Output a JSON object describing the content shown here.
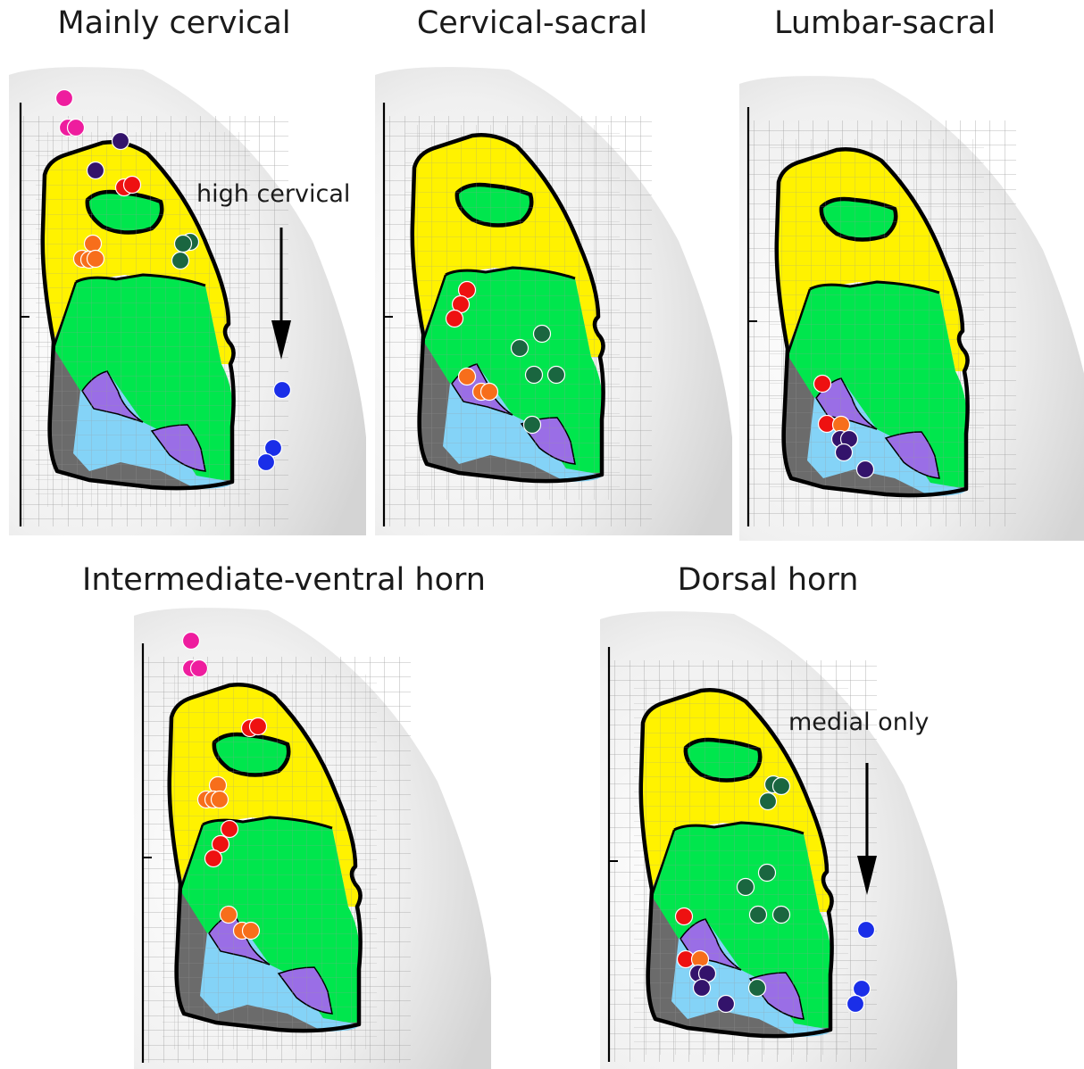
{
  "colors": {
    "yellow_region": "#fff200",
    "green_region": "#00e64d",
    "gray_region": "#6b6b6b",
    "lightblue_region": "#84d3f7",
    "purple_region": "#9a6ee6",
    "magenta_dot": "#ee1d9e",
    "navy_dot": "#33136b",
    "red_dot": "#ee1111",
    "orange_dot": "#f76e1b",
    "darkgreen_dot": "#1a6640",
    "blue_dot": "#1a2ee8"
  },
  "panels": [
    {
      "title": "Mainly cervical",
      "annotation": "high cervical",
      "dots": [
        [
          "magenta",
          72,
          110
        ],
        [
          "magenta",
          76,
          143
        ],
        [
          "magenta",
          85,
          143
        ],
        [
          "navy",
          135,
          158
        ],
        [
          "navy",
          107,
          191
        ],
        [
          "red",
          139,
          210
        ],
        [
          "red",
          148,
          207
        ],
        [
          "orange",
          104,
          273
        ],
        [
          "orange",
          92,
          290
        ],
        [
          "orange",
          100,
          291
        ],
        [
          "orange",
          107,
          290
        ],
        [
          "darkgreen",
          213,
          271
        ],
        [
          "darkgreen",
          205,
          273
        ],
        [
          "darkgreen",
          202,
          292
        ],
        [
          "blue",
          316,
          437
        ],
        [
          "blue",
          306,
          502
        ],
        [
          "blue",
          298,
          518
        ]
      ]
    },
    {
      "title": "Cervical-sacral",
      "annotation": "",
      "dots": [
        [
          "red",
          523,
          325
        ],
        [
          "red",
          516,
          341
        ],
        [
          "red",
          509,
          357
        ],
        [
          "darkgreen",
          607,
          374
        ],
        [
          "darkgreen",
          582,
          390
        ],
        [
          "darkgreen",
          598,
          420
        ],
        [
          "darkgreen",
          623,
          420
        ],
        [
          "darkgreen",
          596,
          476
        ],
        [
          "orange",
          523,
          422
        ],
        [
          "orange",
          539,
          439
        ],
        [
          "orange",
          548,
          439
        ]
      ]
    },
    {
      "title": "Lumbar-sacral",
      "annotation": "",
      "dots": [
        [
          "red",
          921,
          430
        ],
        [
          "red",
          926,
          475
        ],
        [
          "orange",
          942,
          476
        ],
        [
          "navy",
          941,
          492
        ],
        [
          "navy",
          951,
          492
        ],
        [
          "navy",
          945,
          507
        ],
        [
          "navy",
          969,
          526
        ]
      ]
    },
    {
      "title": "Intermediate-ventral horn",
      "annotation": "",
      "dots": [
        [
          "magenta",
          214,
          718
        ],
        [
          "magenta",
          214,
          749
        ],
        [
          "magenta",
          223,
          749
        ],
        [
          "red",
          280,
          816
        ],
        [
          "red",
          289,
          814
        ],
        [
          "orange",
          244,
          880
        ],
        [
          "orange",
          231,
          896
        ],
        [
          "orange",
          239,
          896
        ],
        [
          "orange",
          246,
          896
        ],
        [
          "red",
          257,
          929
        ],
        [
          "red",
          247,
          946
        ],
        [
          "red",
          239,
          962
        ],
        [
          "orange",
          256,
          1025
        ],
        [
          "orange",
          271,
          1043
        ],
        [
          "orange",
          281,
          1043
        ]
      ]
    },
    {
      "title": "Dorsal horn",
      "annotation": "medial only",
      "dots": [
        [
          "darkgreen",
          866,
          879
        ],
        [
          "darkgreen",
          875,
          881
        ],
        [
          "darkgreen",
          860,
          898
        ],
        [
          "darkgreen",
          859,
          978
        ],
        [
          "darkgreen",
          835,
          994
        ],
        [
          "darkgreen",
          849,
          1025
        ],
        [
          "darkgreen",
          875,
          1025
        ],
        [
          "red",
          766,
          1027
        ],
        [
          "red",
          768,
          1075
        ],
        [
          "orange",
          784,
          1075
        ],
        [
          "navy",
          782,
          1091
        ],
        [
          "navy",
          792,
          1091
        ],
        [
          "navy",
          786,
          1107
        ],
        [
          "navy",
          813,
          1125
        ],
        [
          "darkgreen",
          848,
          1107
        ],
        [
          "blue",
          970,
          1042
        ],
        [
          "blue",
          965,
          1108
        ],
        [
          "blue",
          958,
          1125
        ]
      ]
    }
  ]
}
